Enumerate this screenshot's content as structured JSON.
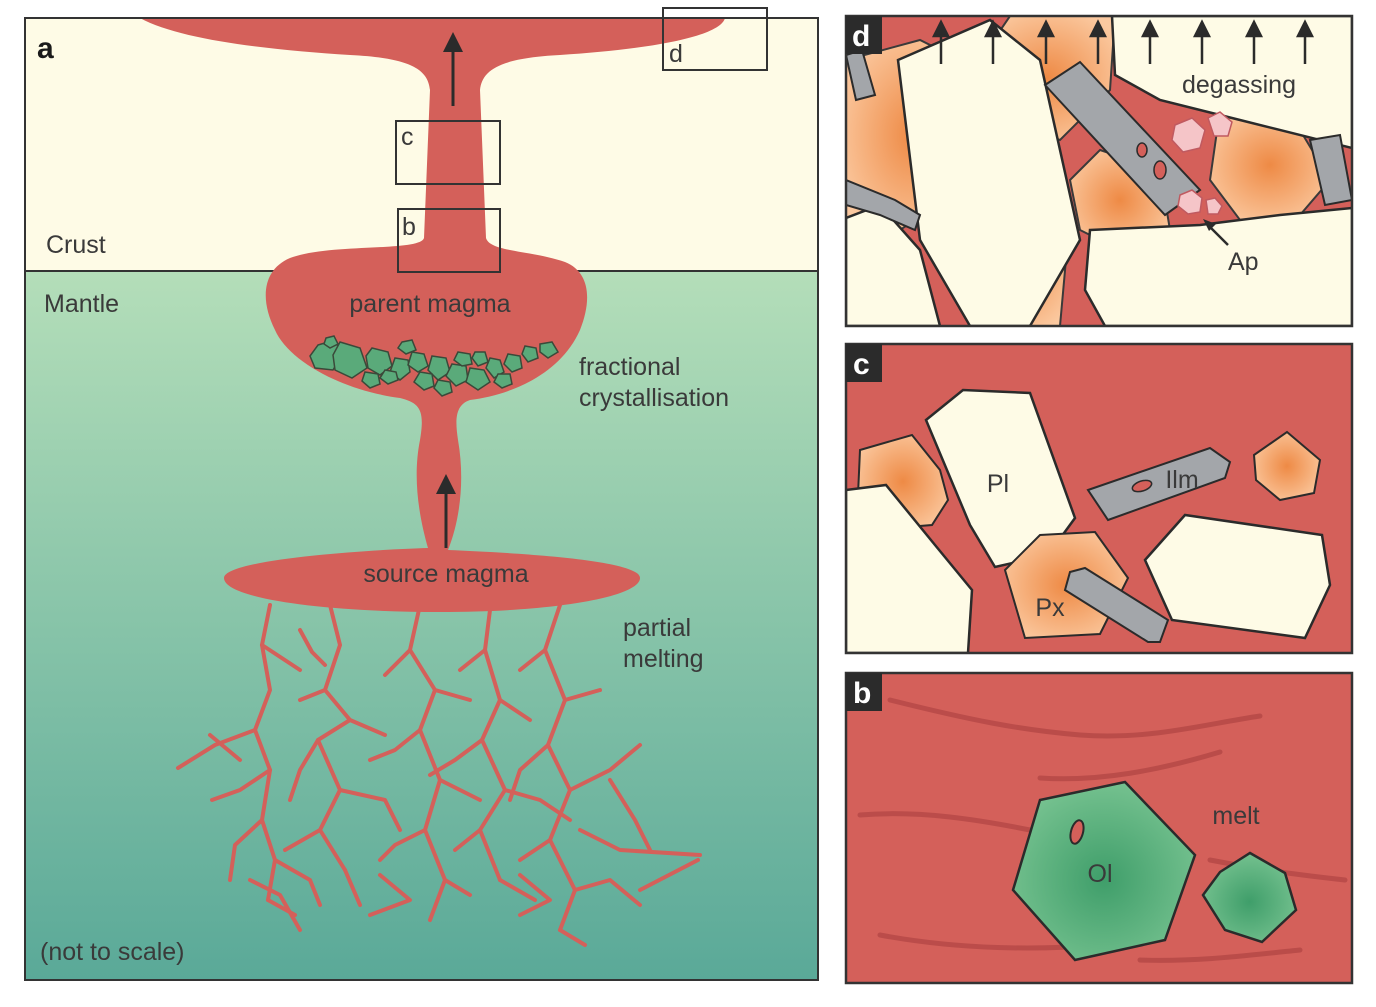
{
  "panel_a": {
    "letter": "a",
    "crust_label": "Crust",
    "mantle_label": "Mantle",
    "parent_magma_label": "parent magma",
    "fractional_line1": "fractional",
    "fractional_line2": "crystallisation",
    "source_magma_label": "source magma",
    "partial_line1": "partial",
    "partial_line2": "melting",
    "scale_note": "(not to scale)",
    "inset_b": "b",
    "inset_c": "c",
    "inset_d": "d"
  },
  "panel_b": {
    "letter": "b",
    "melt_label": "melt",
    "olivine_label": "Ol"
  },
  "panel_c": {
    "letter": "c",
    "plagioclase_label": "Pl",
    "ilmenite_label": "Ilm",
    "pyroxene_label": "Px"
  },
  "panel_d": {
    "letter": "d",
    "degassing_label": "degassing",
    "apatite_label": "Ap"
  },
  "colors": {
    "magma": "#d4605a",
    "crust": "#fefbe6",
    "mantle_top": "#b3ddb8",
    "mantle_bottom": "#5aab9a",
    "olivine": "#5aaa7a",
    "pyroxene": "#f3a56e",
    "ilmenite": "#a3a6aa",
    "apatite": "#f5c5c8",
    "plagioclase": "#fefbe6",
    "outline": "#3a3a3a"
  }
}
